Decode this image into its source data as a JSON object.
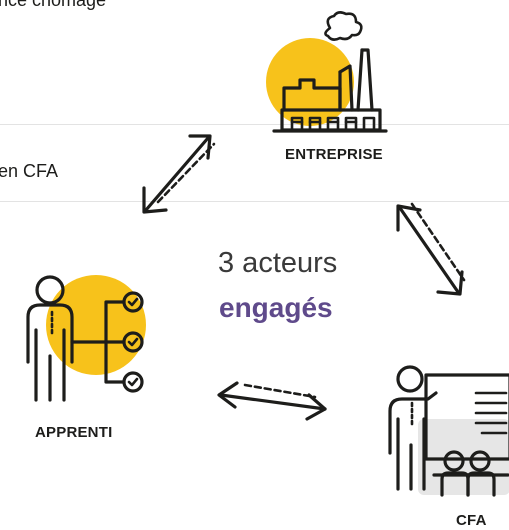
{
  "texts": {
    "top_partial": "nce chômage",
    "cfa_partial": "en CFA",
    "center_line1": "3 acteurs",
    "center_line2": "engagés"
  },
  "actors": {
    "entreprise": "ENTREPRISE",
    "apprenti": "APPRENTI",
    "cfa": "CFA"
  },
  "colors": {
    "accent_yellow": "#f7c21b",
    "purple": "#5f4a8b",
    "gray_fill": "#e6e6e6",
    "ink": "#1d1d1b"
  },
  "icons": [
    "factory-icon",
    "apprentice-checklist-icon",
    "teacher-board-icon",
    "double-arrow-icon"
  ]
}
